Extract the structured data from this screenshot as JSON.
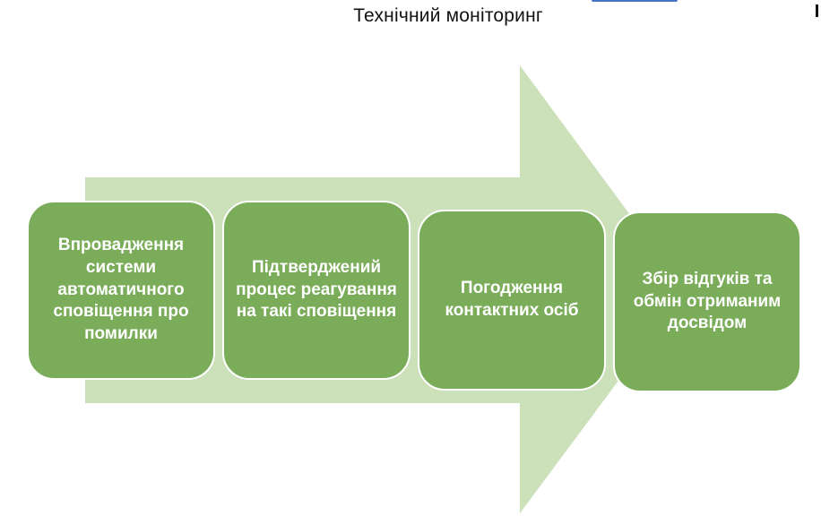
{
  "title": "Технічний моніторинг",
  "colors": {
    "arrow_fill": "#cce0b9",
    "box_fill": "#7aac5a",
    "box_border": "#ffffff",
    "box_text": "#ffffff"
  },
  "steps": [
    {
      "label": "Впровадження системи автоматичного сповіщення про помилки"
    },
    {
      "label": "Підтверджений процес реагування на такі сповіщення"
    },
    {
      "label": "Погодження контактних осіб"
    },
    {
      "label": "Збір відгуків та обмін отриманим досвідом"
    }
  ]
}
